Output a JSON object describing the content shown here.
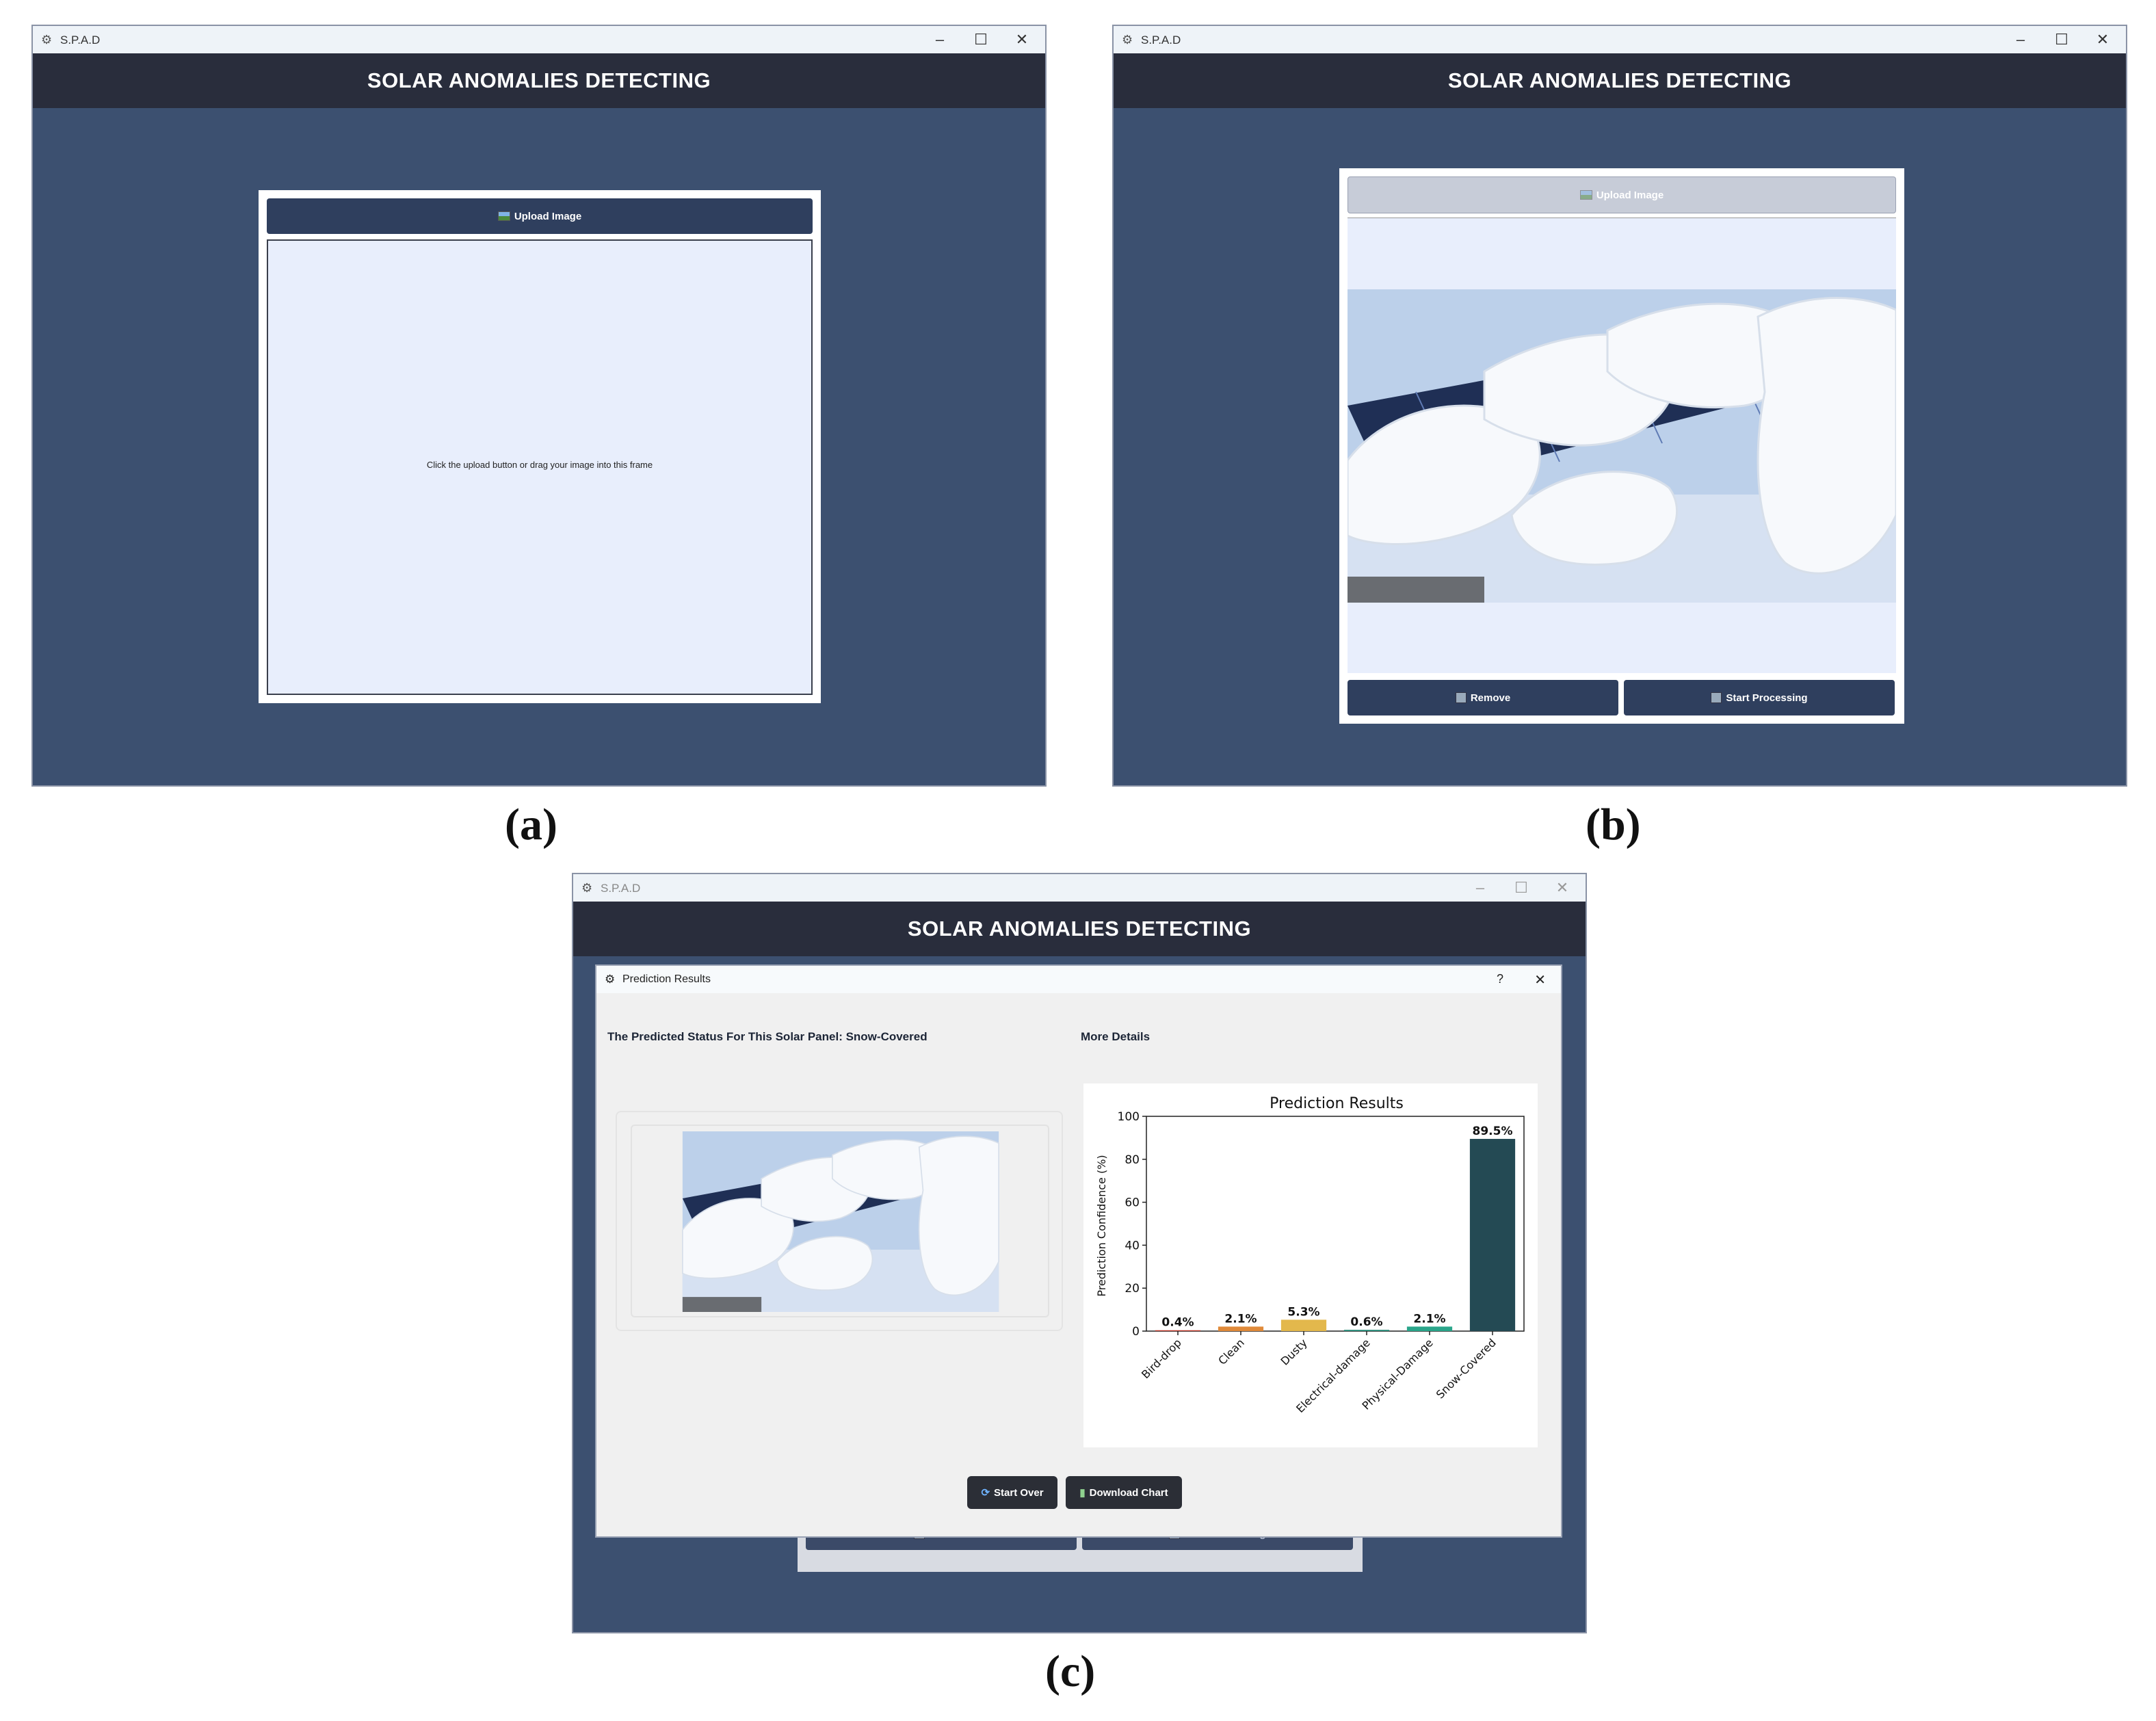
{
  "app": {
    "window_title": "S.P.A.D",
    "header_title": "SOLAR ANOMALIES DETECTING",
    "controls": {
      "minimize": "–",
      "maximize": "☐",
      "close": "✕"
    }
  },
  "screen_a": {
    "caption": "(a)",
    "upload_label": "Upload Image",
    "dropzone_hint": "Click the upload button or drag your image into this frame"
  },
  "screen_b": {
    "caption": "(b)",
    "upload_label": "Upload Image",
    "remove_label": "Remove",
    "start_label": "Start Processing"
  },
  "screen_c": {
    "caption": "(c)",
    "dialog_title": "Prediction Results",
    "help": "?",
    "close": "✕",
    "predicted_status": "The Predicted Status For This Solar Panel: Snow-Covered",
    "more_details": "More Details",
    "start_over_label": "Start Over",
    "download_label": "Download Chart",
    "bg_remove_label": "Remove",
    "bg_start_label": "Start Processing"
  },
  "colors": {
    "window_bg": "#3c5070",
    "header_bg": "#292d3c",
    "button_bg": "#2f3f5e",
    "dropzone_bg": "#e8eefc"
  },
  "chart_data": {
    "type": "bar",
    "title": "Prediction Results",
    "ylabel": "Prediction Confidence (%)",
    "xlabel": "",
    "categories": [
      "Bird-drop",
      "Clean",
      "Dusty",
      "Electrical-damage",
      "Physical-Damage",
      "Snow-Covered"
    ],
    "values": [
      0.4,
      2.1,
      5.3,
      0.6,
      2.1,
      89.5
    ],
    "value_labels": [
      "0.4%",
      "2.1%",
      "5.3%",
      "0.6%",
      "2.1%",
      "89.5%"
    ],
    "colors": [
      "#c0392b",
      "#e08a3a",
      "#e3b84c",
      "#2a8c7a",
      "#2aa58a",
      "#244a54"
    ],
    "ylim": [
      0,
      100
    ],
    "yticks": [
      0,
      20,
      40,
      60,
      80,
      100
    ],
    "grid": false,
    "legend": "none"
  }
}
